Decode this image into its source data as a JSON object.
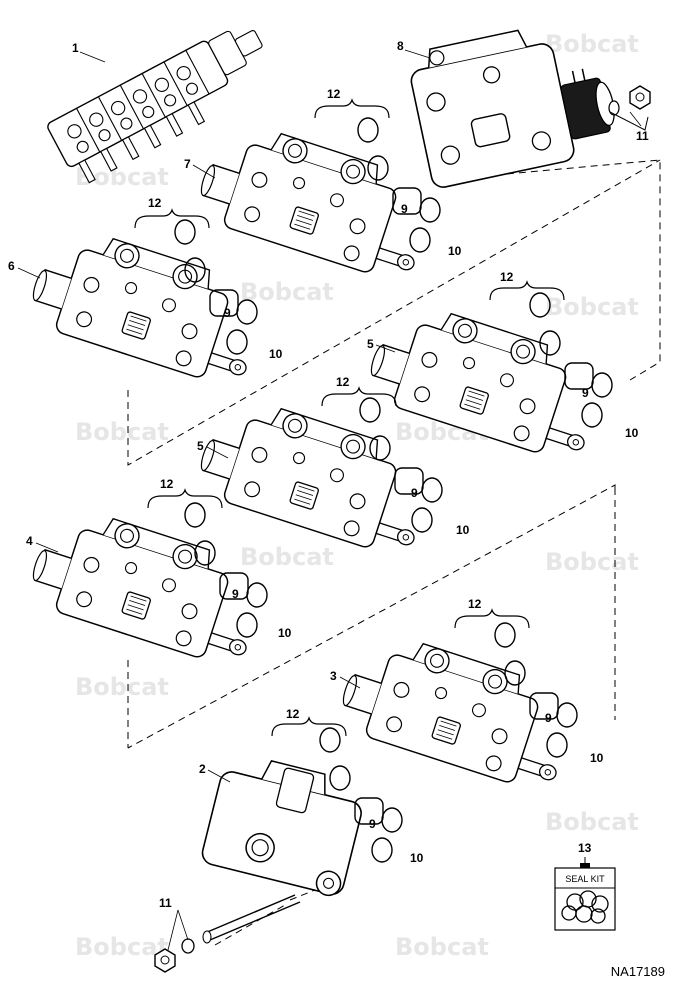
{
  "watermark": {
    "text": "Bobcat"
  },
  "callouts": {
    "c1": "1",
    "c2": "2",
    "c3": "3",
    "c4": "4",
    "c5a": "5",
    "c5b": "5",
    "c6": "6",
    "c7": "7",
    "c8": "8",
    "c9a": "9",
    "c9b": "9",
    "c9c": "9",
    "c9d": "9",
    "c9e": "9",
    "c9f": "9",
    "c9g": "9",
    "c10a": "10",
    "c10b": "10",
    "c10c": "10",
    "c10d": "10",
    "c10e": "10",
    "c10f": "10",
    "c10g": "10",
    "c11a": "11",
    "c11b": "11",
    "c12a": "12",
    "c12b": "12",
    "c12c": "12",
    "c12d": "12",
    "c12e": "12",
    "c12f": "12",
    "c12g": "12",
    "c13": "13"
  },
  "seal_kit": {
    "label": "SEAL KIT"
  },
  "drawing_code": "NA17189",
  "colors": {
    "line": "#000000",
    "watermark": "#e6e6e6"
  }
}
